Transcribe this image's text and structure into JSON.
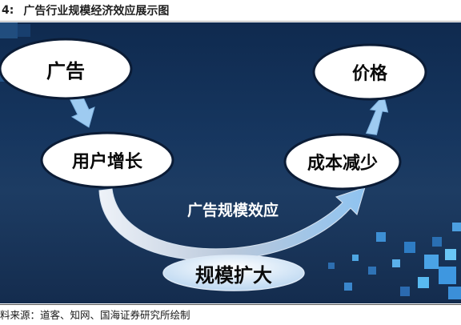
{
  "figure": {
    "number": "4:",
    "title": "广告行业规模经济效应展示图"
  },
  "diagram": {
    "nodes": {
      "ad": "广告",
      "user_growth": "用户增长",
      "cost_reduction": "成本减少",
      "price": "价格",
      "scale_expansion": "规模扩大"
    },
    "edge_label": "广告规模效应"
  },
  "colors": {
    "background": "#16365f",
    "node_fill": "#ffffff",
    "node_stroke": "#0b1c36",
    "arrow": "#9ecbf1",
    "scale_pill": "#cfe3f7"
  },
  "source": "料来源：道客、知网、国海证券研究所绘制"
}
